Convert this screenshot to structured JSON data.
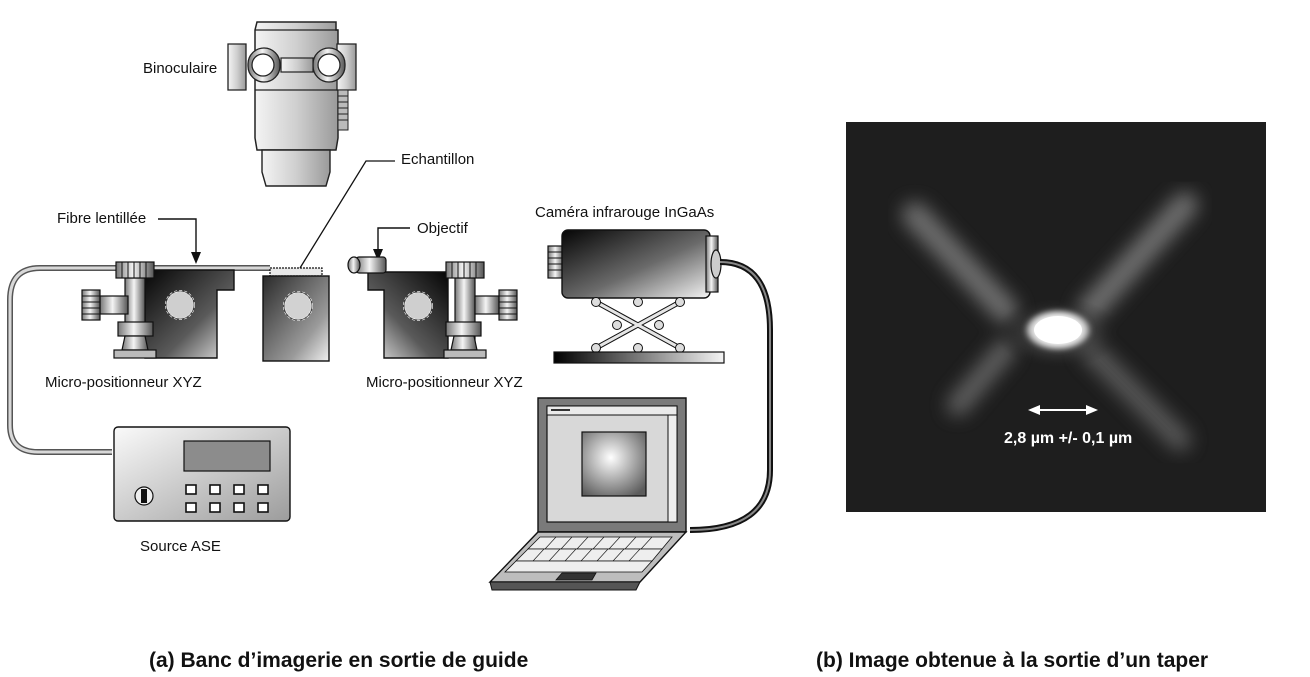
{
  "labels": {
    "binoculaire": "Binoculaire",
    "echantillon": "Echantillon",
    "fibre": "Fibre lentillée",
    "objectif": "Objectif",
    "camera": "Caméra infrarouge InGaAs",
    "micro_left": "Micro-positionneur XYZ",
    "micro_right": "Micro-positionneur XYZ",
    "source": "Source ASE"
  },
  "measurement": "2,8 µm +/- 0,1 µm",
  "captions": {
    "a": "(a) Banc d’imagerie en sortie de guide",
    "b": "(b) Image obtenue à la sortie d’un taper"
  }
}
